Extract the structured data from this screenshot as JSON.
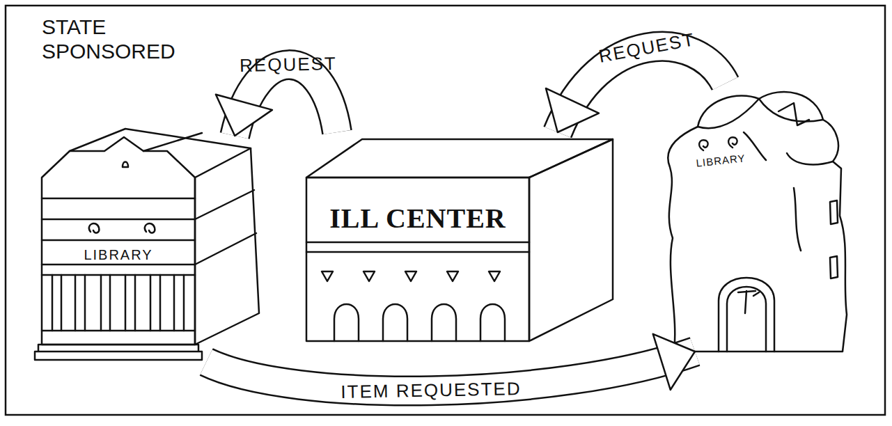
{
  "diagram": {
    "nodes": [
      {
        "text": [
          "LIBRARY"
        ]
      },
      {
        "text": [
          "ILL CENTER"
        ]
      },
      {
        "text": [
          "LIBRARY"
        ]
      }
    ],
    "edges": [
      {
        "from": 2,
        "to": 1,
        "arrow": "to",
        "label": "REQUEST"
      },
      {
        "from": 1,
        "to": 0,
        "arrow": "to",
        "label": "REQUEST"
      },
      {
        "from": 0,
        "to": 2,
        "arrow": "to",
        "label": "ITEM REQUESTED"
      }
    ],
    "labels": [
      "STATE SPONSORED"
    ]
  }
}
